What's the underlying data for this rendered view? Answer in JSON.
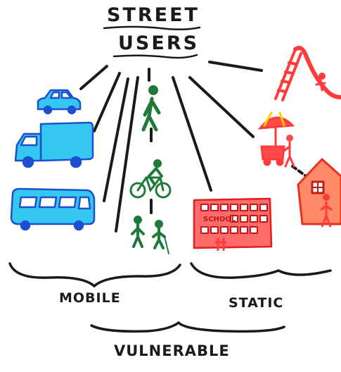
{
  "title": {
    "line1": "STREET",
    "line2": "USERS"
  },
  "groups": {
    "mobile": "MOBILE",
    "static": "STATIC",
    "vulnerable": "VULNERABLE"
  },
  "school_sign": "SCHOOL",
  "icons": [
    "car-icon",
    "truck-icon",
    "bus-icon",
    "pedestrian-icon",
    "cyclist-icon",
    "children-icon",
    "playground-slide-icon",
    "street-vendor-icon",
    "school-building-icon",
    "house-icon"
  ],
  "colors": {
    "vehicles": "#34c8f0",
    "vulnerable_users": "#1f7a3a",
    "static_places": "#ff4a4a",
    "ink": "#1a1a1a"
  }
}
